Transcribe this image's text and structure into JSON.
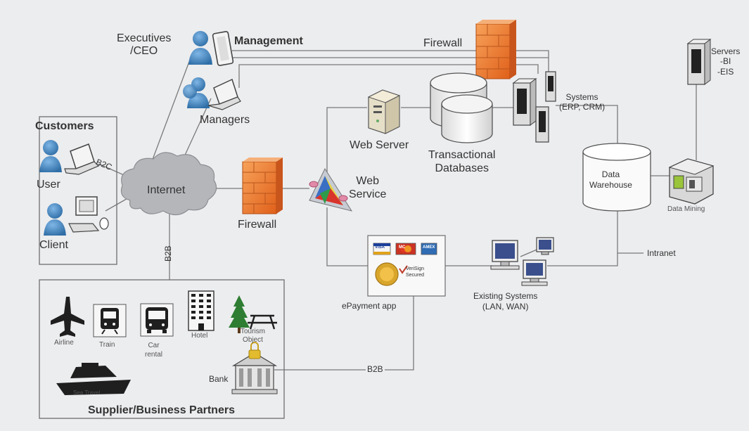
{
  "labels": {
    "executives": "Executives\n/CEO",
    "management": "Management",
    "managers": "Managers",
    "firewall_top": "Firewall",
    "customers": "Customers",
    "user": "User",
    "client": "Client",
    "b2c": "B2C",
    "internet": "Internet",
    "firewall_mid": "Firewall",
    "web_service": "Web\nService",
    "web_server": "Web Server",
    "transactional_databases": "Transactional\nDatabases",
    "systems": "Systems\n(ERP, CRM)",
    "servers": "Servers\n-BI\n-EIS",
    "data_warehouse": "Data\nWarehouse",
    "data_mining": "Data Mining",
    "intranet": "Intranet",
    "b2b_vertical": "B2B",
    "b2b_bottom": "B2B",
    "epayment": "ePayment app",
    "verisign": "VeriSign\nSecured",
    "existing_systems": "Existing Systems\n(LAN, WAN)",
    "airline": "Airline",
    "train": "Train",
    "car_rental": "Car\nrental",
    "hotel": "Hotel",
    "tourism_object": "Tourism\nObject",
    "bank": "Bank",
    "sea_travel": "Sea Travel",
    "suppliers": "Supplier/Business Partners"
  },
  "card_labels": [
    "VISA",
    "MC",
    "AMEX"
  ],
  "colors": {
    "line": "#7a7a7a",
    "person": "#3f7fb8",
    "firewall": "#f07a2a",
    "cloud": "#b4b6ba",
    "box_border": "#6e6e6e"
  }
}
